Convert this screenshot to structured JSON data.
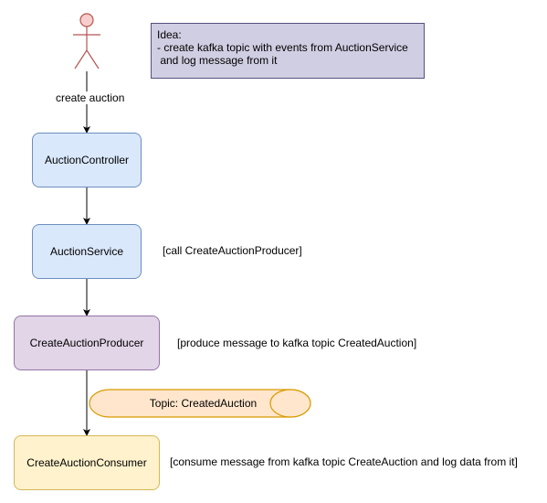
{
  "actor": {
    "label": "create auction"
  },
  "note": {
    "title": "Idea:",
    "line1": "- create kafka topic with events from AuctionService",
    "line2": " and log message from it"
  },
  "nodes": {
    "controller": "AuctionController",
    "service": "AuctionService",
    "producer": "CreateAuctionProducer",
    "consumer": "CreateAuctionConsumer"
  },
  "annotations": {
    "service": "[call CreateAuctionProducer]",
    "producer": "[produce message to kafka topic CreatedAuction]",
    "consumer": "[consume message from kafka topic CreateAuction and log data from it]"
  },
  "topic": {
    "label": "Topic: CreatedAuction"
  },
  "colors": {
    "blue_fill": "#dae8fc",
    "blue_stroke": "#6c8ebf",
    "purple_fill": "#e1d5e7",
    "purple_stroke": "#9673a6",
    "yellow_fill": "#fff2cc",
    "yellow_stroke": "#d6b656",
    "note_fill": "#d0cee2",
    "note_stroke": "#56517e",
    "actor_fill": "#f8cecc",
    "actor_stroke": "#b85450",
    "topic_fill": "#ffe6cc",
    "topic_stroke": "#d79b00"
  }
}
